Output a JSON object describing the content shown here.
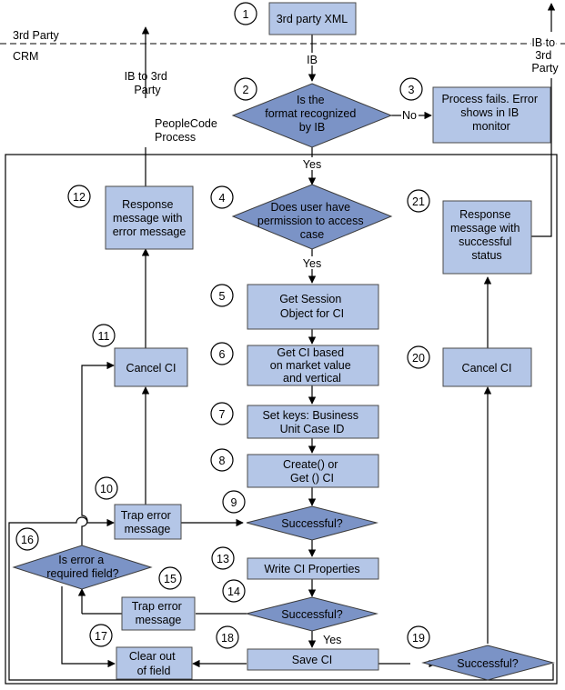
{
  "swimlanes": {
    "top": "3rd Party",
    "bottom": "CRM"
  },
  "labels": {
    "ib": "IB",
    "ib_to_3rd_left": [
      "IB to 3rd",
      "Party"
    ],
    "ib_to_3rd_right": [
      "IB to",
      "3rd",
      "Party"
    ],
    "peoplecode": [
      "PeopleCode",
      "Process"
    ],
    "yes": "Yes",
    "no": "No"
  },
  "steps": {
    "s1": {
      "num": "1",
      "lines": [
        "3rd party XML"
      ]
    },
    "s2": {
      "num": "2",
      "lines": [
        "Is the",
        "format recognized",
        "by IB"
      ]
    },
    "s3": {
      "num": "3",
      "lines": [
        "Process fails. Error",
        "shows in IB",
        "monitor"
      ]
    },
    "s4": {
      "num": "4",
      "lines": [
        "Does user have",
        "permission to access",
        "case"
      ]
    },
    "s5": {
      "num": "5",
      "lines": [
        "Get Session",
        "Object for CI"
      ]
    },
    "s6": {
      "num": "6",
      "lines": [
        "Get CI based",
        "on market value",
        "and vertical"
      ]
    },
    "s7": {
      "num": "7",
      "lines": [
        "Set keys: Business",
        "Unit Case ID"
      ]
    },
    "s8": {
      "num": "8",
      "lines": [
        "Create() or",
        "Get () CI"
      ]
    },
    "s9": {
      "num": "9",
      "lines": [
        "Successful?"
      ]
    },
    "s10": {
      "num": "10",
      "lines": [
        "Trap error",
        "message"
      ]
    },
    "s11": {
      "num": "11",
      "lines": [
        "Cancel CI"
      ]
    },
    "s12": {
      "num": "12",
      "lines": [
        "Response",
        "message with",
        "error message"
      ]
    },
    "s13": {
      "num": "13",
      "lines": [
        "Write CI Properties"
      ]
    },
    "s14": {
      "num": "14",
      "lines": [
        "Successful?"
      ]
    },
    "s15": {
      "num": "15",
      "lines": [
        "Trap error",
        "message"
      ]
    },
    "s16": {
      "num": "16",
      "lines": [
        "Is error a",
        "required field?"
      ]
    },
    "s17": {
      "num": "17",
      "lines": [
        "Clear out",
        "of field"
      ]
    },
    "s18": {
      "num": "18",
      "lines": [
        "Save CI"
      ]
    },
    "s19": {
      "num": "19",
      "lines": [
        "Successful?"
      ]
    },
    "s20": {
      "num": "20",
      "lines": [
        "Cancel CI"
      ]
    },
    "s21": {
      "num": "21",
      "lines": [
        "Response",
        "message with",
        "successful",
        "status"
      ]
    }
  }
}
